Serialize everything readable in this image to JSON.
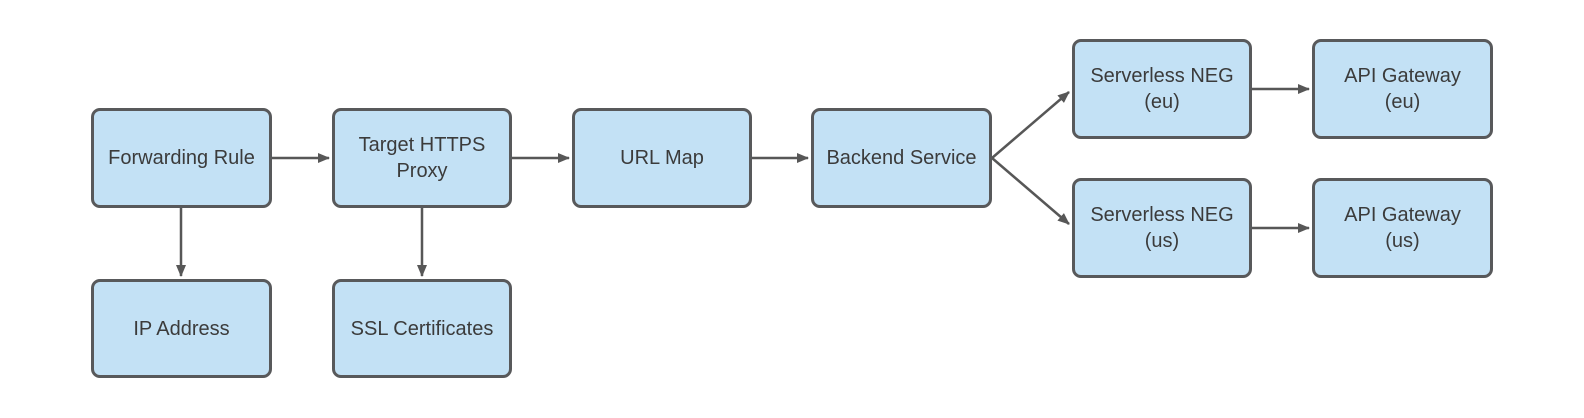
{
  "diagram": {
    "type": "flowchart",
    "background": "#ffffff",
    "nodes": [
      {
        "id": "forwarding-rule",
        "lines": [
          "Forwarding Rule"
        ]
      },
      {
        "id": "target-https-proxy",
        "lines": [
          "Target HTTPS",
          "Proxy"
        ]
      },
      {
        "id": "url-map",
        "lines": [
          "URL Map"
        ]
      },
      {
        "id": "backend-service",
        "lines": [
          "Backend Service"
        ]
      },
      {
        "id": "serverless-neg-eu",
        "lines": [
          "Serverless NEG",
          "(eu)"
        ]
      },
      {
        "id": "api-gateway-eu",
        "lines": [
          "API Gateway",
          "(eu)"
        ]
      },
      {
        "id": "serverless-neg-us",
        "lines": [
          "Serverless NEG",
          "(us)"
        ]
      },
      {
        "id": "api-gateway-us",
        "lines": [
          "API Gateway",
          "(us)"
        ]
      },
      {
        "id": "ip-address",
        "lines": [
          "IP Address"
        ]
      },
      {
        "id": "ssl-certificates",
        "lines": [
          "SSL Certificates"
        ]
      }
    ],
    "edges": [
      {
        "from": "forwarding-rule",
        "to": "target-https-proxy"
      },
      {
        "from": "target-https-proxy",
        "to": "url-map"
      },
      {
        "from": "url-map",
        "to": "backend-service"
      },
      {
        "from": "backend-service",
        "to": "serverless-neg-eu"
      },
      {
        "from": "backend-service",
        "to": "serverless-neg-us"
      },
      {
        "from": "serverless-neg-eu",
        "to": "api-gateway-eu"
      },
      {
        "from": "serverless-neg-us",
        "to": "api-gateway-us"
      },
      {
        "from": "forwarding-rule",
        "to": "ip-address"
      },
      {
        "from": "target-https-proxy",
        "to": "ssl-certificates"
      }
    ],
    "colors": {
      "node_fill": "#c3e1f5",
      "node_border": "#58595b",
      "edge": "#575757",
      "text": "#3b3b3b",
      "background": "#ffffff"
    }
  }
}
